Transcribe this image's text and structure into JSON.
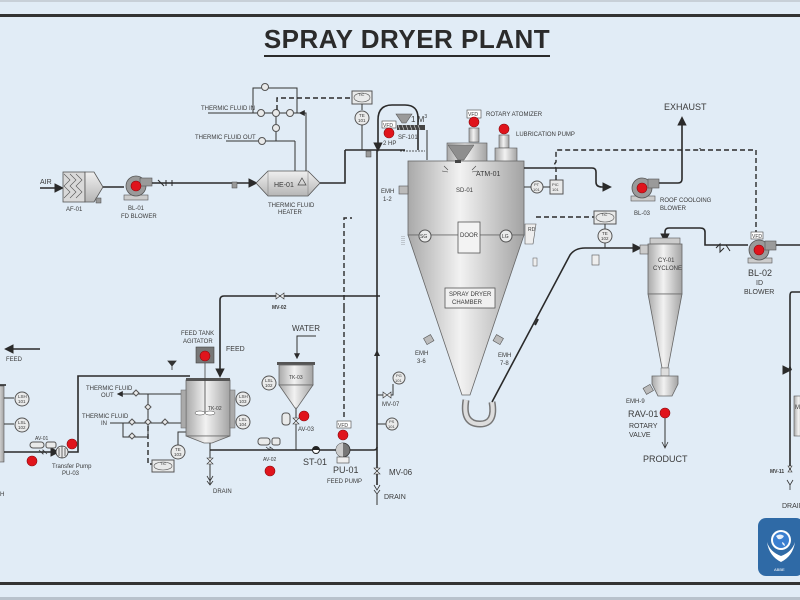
{
  "title": "SPRAY DRYER PLANT",
  "colors": {
    "background": "#e1ecf6",
    "motor_indicator": "#e0141c",
    "pipe": "#2a2a2a",
    "logo_bg": "#2f6aa6"
  },
  "labels": {
    "air": "AIR",
    "af01": "AF-01",
    "bl01": "BL-01",
    "fd_blower": "FD BLOWER",
    "he01": "HE-01",
    "thermic_heater_1": "THERMIC FLUID",
    "thermic_heater_2": "HEATER",
    "thermic_in_top": "THERMIC FLUID IN",
    "thermic_out_top": "THERMIC FLUID OUT",
    "te101": [
      "TE",
      "101"
    ],
    "tic101": [
      "TIC",
      "101"
    ],
    "vfd": "VFD",
    "hp2": "2 HP",
    "sf101": "SF-101",
    "vol": "1 M",
    "vol_sup": "3",
    "rotary_atomizer": "ROTARY ATOMIZER",
    "lubrication_pump": "LUBRICATION PUMP",
    "atm01": "ATM-01",
    "sd01": "SD-01",
    "pt101": [
      "PT",
      "101"
    ],
    "pic101": [
      "PIC",
      "101"
    ],
    "exhaust": "EXHAUST",
    "bl03": "BL-03",
    "roof_blower_1": "ROOF COOLOING",
    "roof_blower_2": "BLOWER",
    "emh12": [
      "EMH",
      "1-2"
    ],
    "sg": "SG",
    "door": "DOOR",
    "lg": "LG",
    "rd": "RD",
    "chamber_1": "SPRAY DRYER",
    "chamber_2": "CHAMBER",
    "emh36": [
      "EMH",
      "3-6"
    ],
    "emh78": [
      "EMH",
      "7-8"
    ],
    "tic102": [
      "TIC",
      "102"
    ],
    "te102": [
      "TE",
      "102"
    ],
    "cy01": "CY-01",
    "cyclone": "CYCLONE",
    "bl02": "BL-02",
    "id": "ID",
    "blower": "BLOWER",
    "emh9": "EMH-9",
    "rav01": "RAV-01",
    "rotary_valve_1": "ROTARY",
    "rotary_valve_2": "VALVE",
    "product": "PRODUCT",
    "mv11": "MV-11",
    "drain": "DRAIN",
    "feed": "FEED",
    "lsh101": [
      "LSH",
      "101"
    ],
    "lsl102_left": [
      "LSL",
      "102"
    ],
    "av01": "AV-01",
    "transfer_pump": "Transfer Pump",
    "pu03": "PU-03",
    "thermic_out_left": [
      "THERMIC FLUID",
      "OUT"
    ],
    "thermic_in_left": [
      "THERMIC FLUID",
      "IN"
    ],
    "te103": [
      "TE",
      "103"
    ],
    "tic103": [
      "TIC",
      "103"
    ],
    "feed_tank_agitator_1": "FEED TANK",
    "feed_tank_agitator_2": "AGITATOR",
    "mv02": "MV-02",
    "tk02": "TK-02",
    "lsh103": [
      "LSH",
      "103"
    ],
    "lsl104": [
      "LSL",
      "104"
    ],
    "water": "WATER",
    "tk03": "TK-03",
    "lsl102_tk03": [
      "LSL",
      "102"
    ],
    "av03": "AV-03",
    "av02": "AV-02",
    "st01": "ST-01",
    "pu01": "PU-01",
    "feed_pump": "FEED PUMP",
    "pg101": [
      "PG",
      "101"
    ],
    "mv07": "MV-07",
    "ps101": [
      "PS",
      "101"
    ],
    "mv06": "MV-06",
    "right_m": "M"
  },
  "logo": {
    "icon": "globe-hands-icon",
    "caption": "ABBE"
  }
}
